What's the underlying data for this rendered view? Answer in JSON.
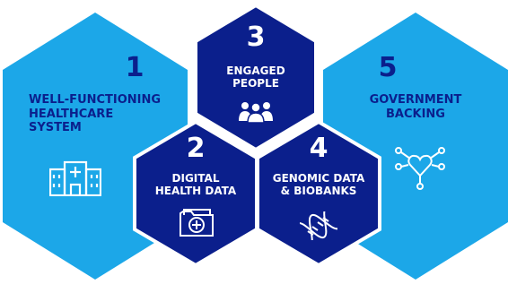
{
  "colors": {
    "light_blue": "#1ca7e8",
    "dark_blue": "#0b1f8c",
    "text_on_light": "#0b1f8c",
    "text_on_dark": "#ffffff",
    "icon_on_light": "#ffffff",
    "icon_on_dark": "#ffffff"
  },
  "blocks": [
    {
      "number": "1",
      "label": "WELL-FUNCTIONING\nHEALTHCARE\nSYSTEM",
      "icon": "hospital-icon"
    },
    {
      "number": "2",
      "label": "DIGITAL\nHEALTH DATA",
      "icon": "medical-folder-icon"
    },
    {
      "number": "3",
      "label": "ENGAGED\nPEOPLE",
      "icon": "people-icon"
    },
    {
      "number": "4",
      "label": "GENOMIC DATA\n& BIOBANKS",
      "icon": "dna-icon"
    },
    {
      "number": "5",
      "label": "GOVERNMENT\nBACKING",
      "icon": "network-heart-icon"
    }
  ]
}
